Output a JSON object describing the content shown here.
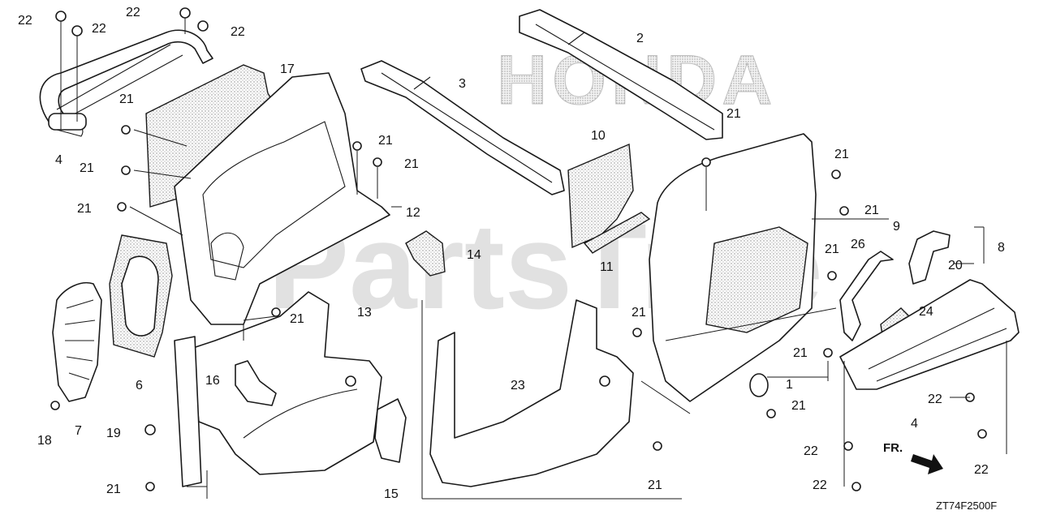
{
  "brand": "HONDA",
  "watermark": "PartsTree",
  "diagram_code": "ZT74F2500F",
  "direction_label": "FR.",
  "callouts": [
    {
      "id": "c22a",
      "label": "22"
    },
    {
      "id": "c22b",
      "label": "22"
    },
    {
      "id": "c22c",
      "label": "22"
    },
    {
      "id": "c22d",
      "label": "22"
    },
    {
      "id": "c4a",
      "label": "4"
    },
    {
      "id": "c17",
      "label": "17"
    },
    {
      "id": "c21a",
      "label": "21"
    },
    {
      "id": "c21b",
      "label": "21"
    },
    {
      "id": "c21c",
      "label": "21"
    },
    {
      "id": "c3",
      "label": "3"
    },
    {
      "id": "c2",
      "label": "2"
    },
    {
      "id": "c21d",
      "label": "21"
    },
    {
      "id": "c21e",
      "label": "21"
    },
    {
      "id": "c12",
      "label": "12"
    },
    {
      "id": "c10",
      "label": "10"
    },
    {
      "id": "c21f",
      "label": "21"
    },
    {
      "id": "c21g",
      "label": "21"
    },
    {
      "id": "c21h",
      "label": "21"
    },
    {
      "id": "c11",
      "label": "11"
    },
    {
      "id": "c9",
      "label": "9"
    },
    {
      "id": "c8",
      "label": "8"
    },
    {
      "id": "c26",
      "label": "26"
    },
    {
      "id": "c20",
      "label": "20"
    },
    {
      "id": "c14",
      "label": "14"
    },
    {
      "id": "c21i",
      "label": "21"
    },
    {
      "id": "c13",
      "label": "13"
    },
    {
      "id": "c6",
      "label": "6"
    },
    {
      "id": "c21j",
      "label": "21"
    },
    {
      "id": "c24",
      "label": "24"
    },
    {
      "id": "c21k",
      "label": "21"
    },
    {
      "id": "c16",
      "label": "16"
    },
    {
      "id": "c23",
      "label": "23"
    },
    {
      "id": "c1",
      "label": "1"
    },
    {
      "id": "c21l",
      "label": "21"
    },
    {
      "id": "c21m",
      "label": "21"
    },
    {
      "id": "c22e",
      "label": "22"
    },
    {
      "id": "c4b",
      "label": "4"
    },
    {
      "id": "c18",
      "label": "18"
    },
    {
      "id": "c7",
      "label": "7"
    },
    {
      "id": "c19",
      "label": "19"
    },
    {
      "id": "c21n",
      "label": "21"
    },
    {
      "id": "c15",
      "label": "15"
    },
    {
      "id": "c22f",
      "label": "22"
    },
    {
      "id": "c22g",
      "label": "22"
    },
    {
      "id": "c22h",
      "label": "22"
    },
    {
      "id": "c21o",
      "label": "21"
    }
  ]
}
